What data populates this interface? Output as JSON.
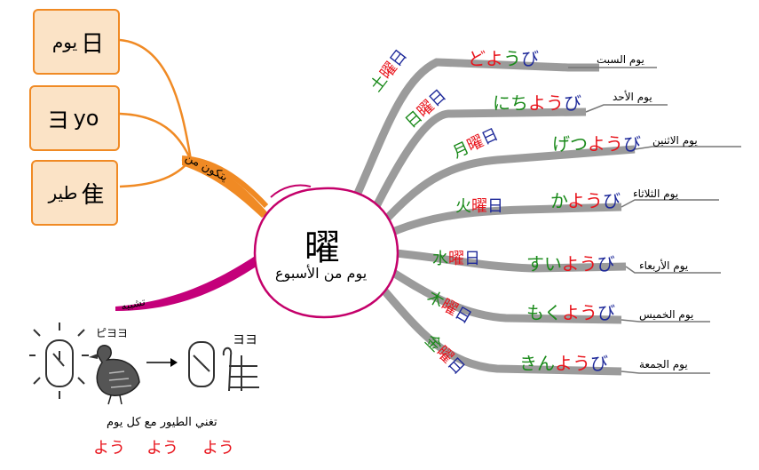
{
  "center": {
    "kanji": "曜",
    "label": "يوم من الأسبوع"
  },
  "components_link": "يتكون من",
  "components": [
    {
      "kanji": "日",
      "label": "يوم"
    },
    {
      "kanji": "ヨ",
      "label": "yo"
    },
    {
      "kanji": "隹",
      "label": "طير"
    }
  ],
  "analogy": {
    "link": "تشبيه",
    "caption": "تغني الطيور مع كل يوم",
    "sounds": [
      "よう",
      "よう",
      "よう"
    ],
    "bird_sound": "ピヨヨ",
    "arrow": "→",
    "result_sound": "ヨヨ"
  },
  "days": [
    {
      "k1": "土",
      "k2": "曜",
      "k3": "日",
      "reading": [
        [
          "ど",
          "r"
        ],
        [
          "よ",
          "r"
        ],
        [
          "う",
          "g"
        ],
        [
          "び",
          "b"
        ]
      ],
      "meaning": "يوم السبت"
    },
    {
      "k1": "日",
      "k2": "曜",
      "k3": "日",
      "reading": [
        [
          "に",
          "g"
        ],
        [
          "ち",
          "g"
        ],
        [
          "よ",
          "r"
        ],
        [
          "う",
          "r"
        ],
        [
          "び",
          "b"
        ]
      ],
      "meaning": "يوم الأحد"
    },
    {
      "k1": "月",
      "k2": "曜",
      "k3": "日",
      "reading": [
        [
          "げ",
          "g"
        ],
        [
          "つ",
          "g"
        ],
        [
          "よ",
          "r"
        ],
        [
          "う",
          "r"
        ],
        [
          "び",
          "b"
        ]
      ],
      "meaning": "يوم الاثنين"
    },
    {
      "k1": "火",
      "k2": "曜",
      "k3": "日",
      "reading": [
        [
          "か",
          "g"
        ],
        [
          "よ",
          "r"
        ],
        [
          "う",
          "r"
        ],
        [
          "び",
          "b"
        ]
      ],
      "meaning": "يوم الثلاثاء"
    },
    {
      "k1": "水",
      "k2": "曜",
      "k3": "日",
      "reading": [
        [
          "す",
          "g"
        ],
        [
          "い",
          "g"
        ],
        [
          "よ",
          "r"
        ],
        [
          "う",
          "r"
        ],
        [
          "び",
          "b"
        ]
      ],
      "meaning": "يوم الأربعاء"
    },
    {
      "k1": "木",
      "k2": "曜",
      "k3": "日",
      "reading": [
        [
          "も",
          "g"
        ],
        [
          "く",
          "g"
        ],
        [
          "よ",
          "r"
        ],
        [
          "う",
          "r"
        ],
        [
          "び",
          "b"
        ]
      ],
      "meaning": "يوم الخميس"
    },
    {
      "k1": "金",
      "k2": "曜",
      "k3": "日",
      "reading": [
        [
          "き",
          "g"
        ],
        [
          "ん",
          "g"
        ],
        [
          "よ",
          "r"
        ],
        [
          "う",
          "r"
        ],
        [
          "び",
          "b"
        ]
      ],
      "meaning": "يوم الجمعة"
    }
  ]
}
